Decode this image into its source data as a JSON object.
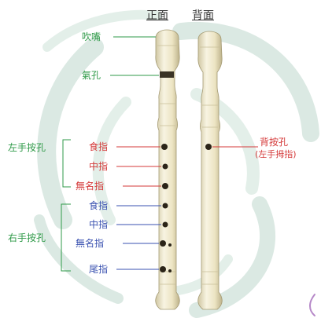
{
  "header": {
    "front": "正面",
    "back": "背面"
  },
  "parts": {
    "mouthpiece": "吹嘴",
    "air_hole": "氣孔"
  },
  "left_hand": {
    "group_label": "左手按孔",
    "fingers": [
      "食指",
      "中指",
      "無名指"
    ]
  },
  "right_hand": {
    "group_label": "右手按孔",
    "fingers": [
      "食指",
      "中指",
      "無名指",
      "尾指"
    ]
  },
  "back_hole": {
    "line1": "背按孔",
    "line2": "(左手拇指)"
  },
  "colors": {
    "green": "#2f9a48",
    "red": "#d53a3a",
    "blue": "#3a52b0",
    "recorder": "#efe8c8",
    "swirl": "#d9e8e2"
  }
}
